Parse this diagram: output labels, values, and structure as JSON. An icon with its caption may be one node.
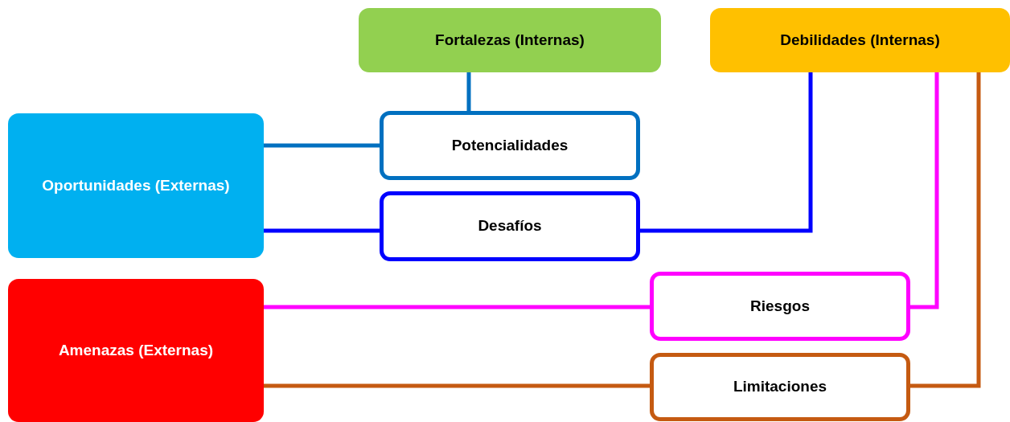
{
  "diagram": {
    "nodes": [
      {
        "text": [
          "Fortalezas (Internas)"
        ]
      },
      {
        "text": [
          "Debilidades (Internas)"
        ]
      },
      {
        "text": [
          "Oportunidades (Externas)"
        ]
      },
      {
        "text": [
          "Potencialidades"
        ]
      },
      {
        "text": [
          "Desafíos"
        ]
      },
      {
        "text": [
          "Amenazas (Externas)"
        ]
      },
      {
        "text": [
          "Riesgos"
        ]
      },
      {
        "text": [
          "Limitaciones"
        ]
      }
    ],
    "edges": [
      {
        "from": 0,
        "to": 3,
        "arrow": "none",
        "color": "#0070c0"
      },
      {
        "from": 2,
        "to": 3,
        "arrow": "none",
        "color": "#0070c0"
      },
      {
        "from": 2,
        "to": 4,
        "arrow": "none",
        "color": "#0000ff"
      },
      {
        "from": 1,
        "to": 4,
        "arrow": "none",
        "color": "#0000ff"
      },
      {
        "from": 5,
        "to": 6,
        "arrow": "none",
        "color": "#ff00ff"
      },
      {
        "from": 1,
        "to": 6,
        "arrow": "none",
        "color": "#ff00ff"
      },
      {
        "from": 5,
        "to": 7,
        "arrow": "none",
        "color": "#c55a11"
      },
      {
        "from": 1,
        "to": 7,
        "arrow": "none",
        "color": "#c55a11"
      }
    ]
  }
}
